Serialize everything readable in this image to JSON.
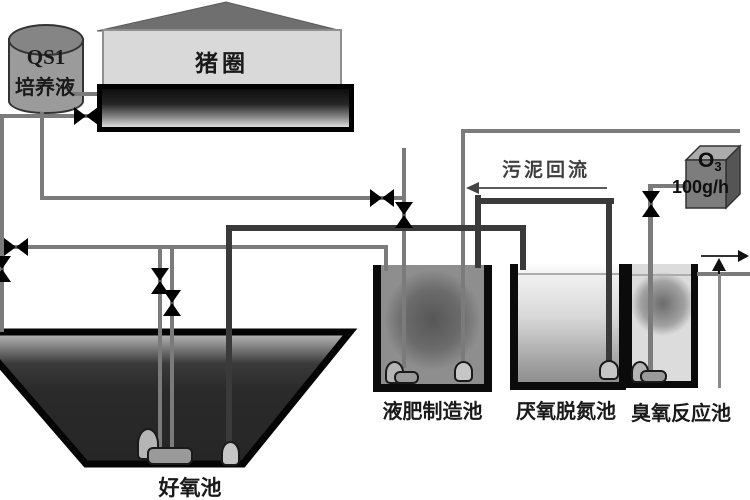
{
  "diagram": {
    "type": "process-flow-diagram",
    "subject": "pig farm wastewater treatment system"
  },
  "labels": {
    "pigpen": "猪圈",
    "culture_tank": {
      "line1": "QS1",
      "line2": "培养液"
    },
    "sludge_return": "污泥回流",
    "ozone": {
      "symbol": "O",
      "sub": "3",
      "rate": "100g/h"
    },
    "tank_liquid_fertilizer": "液肥制造池",
    "tank_anaerobic_denitrification": "厌氧脱氮池",
    "tank_ozone_reactor": "臭氧反应池",
    "tank_aerobic": "好氧池"
  },
  "colors": {
    "background": "#ffffff",
    "pipe_light": "#7b7b7b",
    "pipe_dark": "#3a3a3a",
    "tank_wall": "#0b0b0b",
    "valve": "#000000",
    "pigpen_body": "#d9d9d9",
    "pigpen_roof": "#6f6f6f",
    "trough_top": "#0d0d0d",
    "trough_bottom": "#dcdcdc",
    "cylinder": "#9b9b9b",
    "tank1_fill": "#8e8e8e",
    "tank2_fill_top": "#f2f2f2",
    "tank2_fill_bottom": "#8f8f8f",
    "tank3_fill": "#dcdcdc",
    "aerobic_fill": "#262626",
    "ozone_box": "#7d7d7d"
  }
}
